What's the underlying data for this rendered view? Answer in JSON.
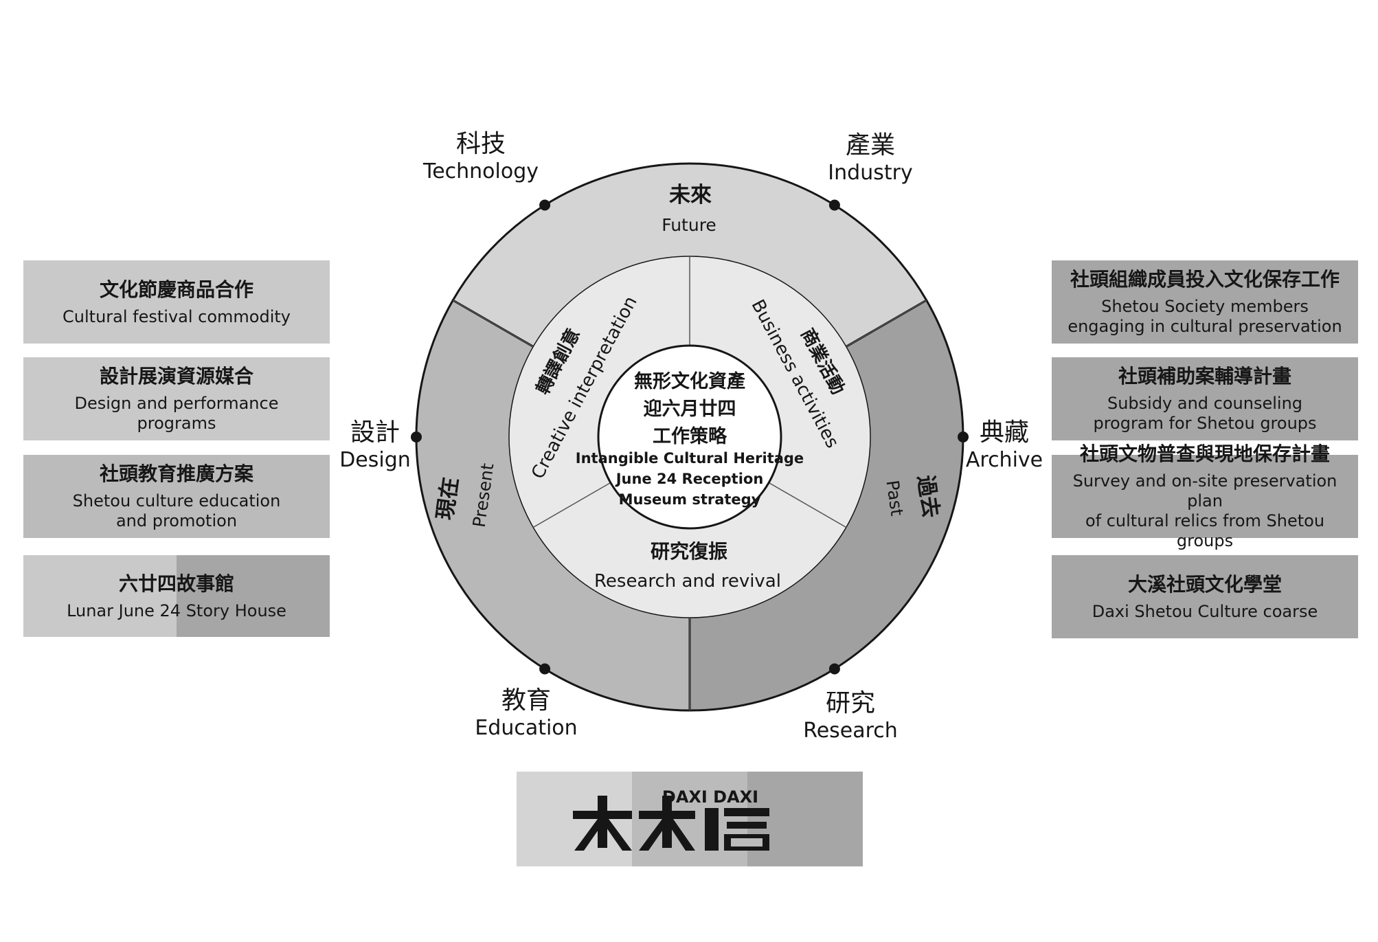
{
  "colors": {
    "outer_future": "#d4d4d4",
    "outer_present": "#b8b8b8",
    "outer_past": "#a0a0a0",
    "inner_ring": "#e9e9e9",
    "center": "#ffffff",
    "stroke": "#161616",
    "box_light": "#c9c9c9",
    "box_dark": "#a6a6a6"
  },
  "center": {
    "line1": "無形文化資產",
    "line2": "迎六月廿四",
    "line3": "工作策略",
    "line4": "Intangible Cultural Heritage",
    "line5": "June 24 Reception",
    "line6": "Museum strategy"
  },
  "segments": {
    "future": {
      "zh": "未來",
      "en": "Future"
    },
    "present": {
      "zh": "現在",
      "en": "Present"
    },
    "past": {
      "zh": "過去",
      "en": "Past"
    },
    "creative": {
      "zh": "轉譯創意",
      "en": "Creative interpretation"
    },
    "business": {
      "zh": "商業活動",
      "en": "Business activities"
    },
    "research": {
      "zh": "研究復振",
      "en": "Research and revival"
    }
  },
  "nodes": {
    "technology": {
      "zh": "科技",
      "en": "Technology"
    },
    "industry": {
      "zh": "產業",
      "en": "Industry"
    },
    "design": {
      "zh": "設計",
      "en": "Design"
    },
    "archive": {
      "zh": "典藏",
      "en": "Archive"
    },
    "education": {
      "zh": "教育",
      "en": "Education"
    },
    "research": {
      "zh": "研究",
      "en": "Research"
    }
  },
  "left_boxes": [
    {
      "zh": "文化節慶商品合作",
      "en": "Cultural festival commodity"
    },
    {
      "zh": "設計展演資源媒合",
      "en": "Design and performance programs"
    },
    {
      "zh": "社頭教育推廣方案",
      "en": "Shetou culture education\nand promotion"
    },
    {
      "zh": "六廿四故事館",
      "en": "Lunar June 24 Story House"
    }
  ],
  "right_boxes": [
    {
      "zh": "社頭組織成員投入文化保存工作",
      "en": "Shetou Society members\nengaging in cultural preservation"
    },
    {
      "zh": "社頭補助案輔導計畫",
      "en": "Subsidy and counseling\nprogram for Shetou groups"
    },
    {
      "zh": "社頭文物普查與現地保存計畫",
      "en": "Survey and on-site preservation plan\nof cultural relics from Shetou groups"
    },
    {
      "zh": "大溪社頭文化學堂",
      "en": "Daxi Shetou Culture coarse"
    }
  ],
  "logo": {
    "text": "DAXI DAXI"
  }
}
